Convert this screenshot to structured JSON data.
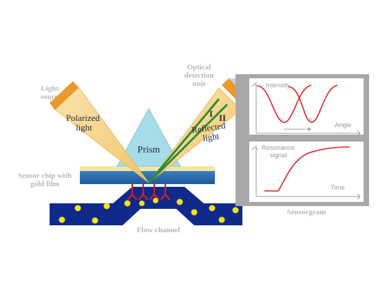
{
  "labels": {
    "light_source": "Light-\nsource",
    "optical_detection": "Optical\ndetection\nunit",
    "sensor_chip": "Sensor chip with\ngold film",
    "flow_channel": "Flow channel",
    "sensorgram": "Sensorgram",
    "polarized_light": "Polarized\nlight",
    "prism": "Prism",
    "reflected_light": "Reflected\nlight",
    "beam_I": "I",
    "beam_II": "II"
  },
  "intensity_plot": {
    "ylabel": "Intensity",
    "xlabel": "Angle",
    "marker_I": "I",
    "marker_II": "II"
  },
  "sensorgram_plot": {
    "ylabel": "Resonance\nsignal",
    "xlabel": "Time"
  },
  "colors": {
    "cone_fill": "#f7d48a",
    "cone_stroke": "#e8b85a",
    "lamp": "#e89a2c",
    "prism": "#a6dbe8",
    "chip_blue": "#2a6fb0",
    "chip_yellow": "#f3e7a6",
    "channel": "#0f2a8a",
    "dots": "#f3e316",
    "antibody": "#d81e1e",
    "beam_green": "#2f8a3a",
    "curve": "#d81e1e",
    "panel": "#a8a8a8"
  }
}
